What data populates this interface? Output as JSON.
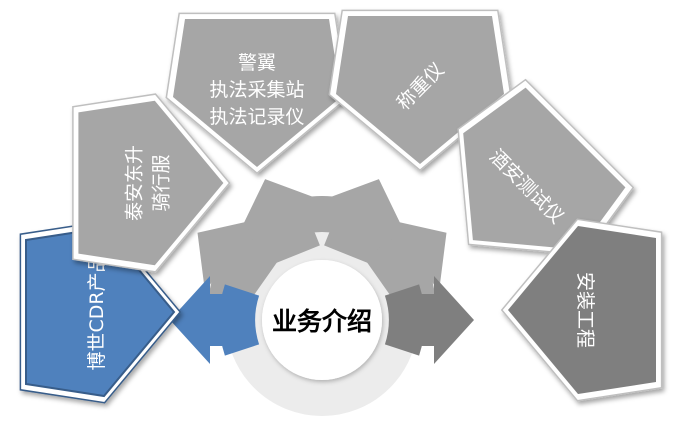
{
  "center": {
    "label": "业务介绍"
  },
  "items": [
    {
      "id": "bosch-cdr",
      "lines": [
        "博世CDR产品"
      ],
      "fill": "#4f81bd",
      "text_color": "#ffffff",
      "highlighted": true
    },
    {
      "id": "taian-dongsheng",
      "lines": [
        "泰安东升",
        "骑行服"
      ],
      "fill": "#a6a6a6",
      "text_color": "#ffffff",
      "highlighted": false
    },
    {
      "id": "police-recorder",
      "lines": [
        "警翼",
        "执法采集站",
        "执法记录仪"
      ],
      "fill": "#a6a6a6",
      "text_color": "#ffffff",
      "highlighted": false
    },
    {
      "id": "weighing-scale",
      "lines": [
        "称重仪"
      ],
      "fill": "#a6a6a6",
      "text_color": "#ffffff",
      "highlighted": false
    },
    {
      "id": "alcohol-tester",
      "lines": [
        "酒安测试仪"
      ],
      "fill": "#a6a6a6",
      "text_color": "#ffffff",
      "highlighted": false
    },
    {
      "id": "installation",
      "lines": [
        "安装工程"
      ],
      "fill": "#7f7f7f",
      "text_color": "#ffffff",
      "highlighted": false
    }
  ],
  "colors": {
    "accent": "#4f81bd",
    "accent_dark": "#385d8a",
    "gray": "#a6a6a6",
    "gray_dark": "#7f7f7f",
    "ring_light": "#ececec"
  }
}
